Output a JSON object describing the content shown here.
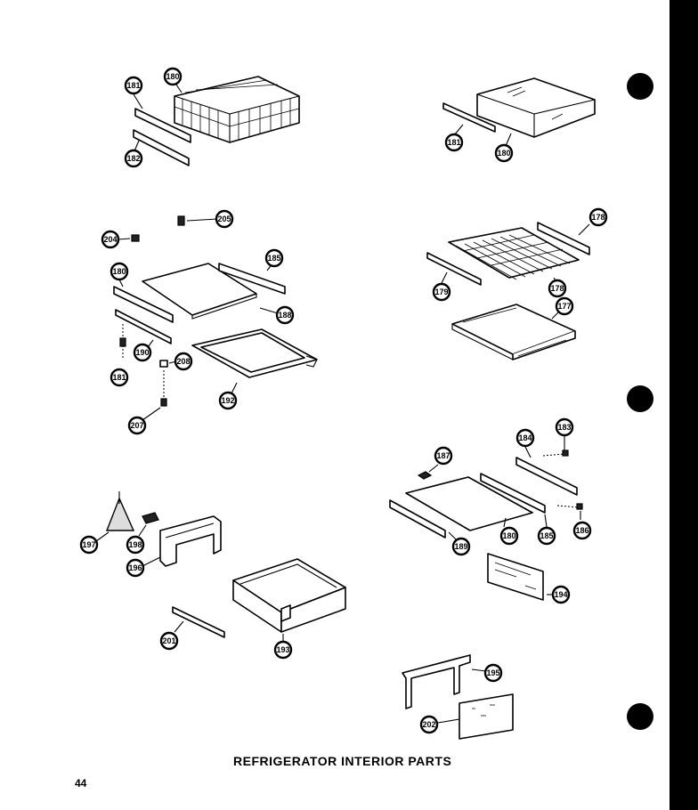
{
  "title": "REFRIGERATOR INTERIOR PARTS",
  "page_number": "44",
  "callouts": [
    "181",
    "180",
    "182",
    "181",
    "180",
    "205",
    "204",
    "185",
    "180",
    "188",
    "190",
    "208",
    "181",
    "192",
    "207",
    "178",
    "179",
    "178",
    "177",
    "197",
    "198",
    "196",
    "201",
    "193",
    "187",
    "184",
    "183",
    "189",
    "180",
    "185",
    "186",
    "194",
    "195",
    "202"
  ]
}
